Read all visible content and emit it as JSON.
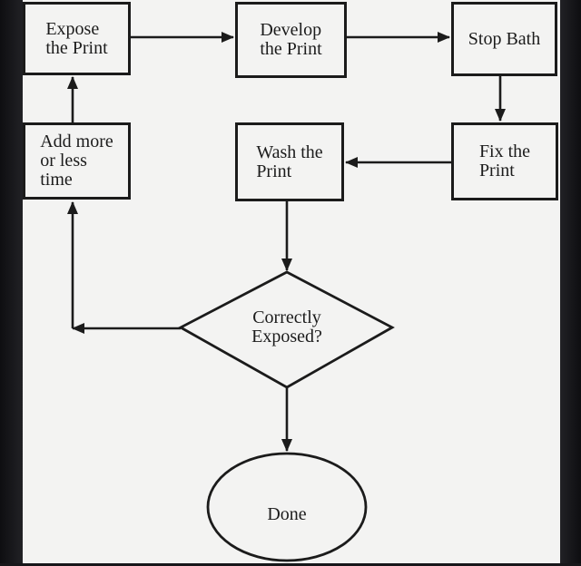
{
  "theme": {
    "background": "#f3f3f2",
    "frame_color": "#17171a",
    "stroke_color": "#1b1b1b",
    "text_color": "#1c1c1c"
  },
  "diagram": {
    "type": "flowchart",
    "subject": "photographic print processing loop",
    "nodes": {
      "expose": {
        "shape": "rect",
        "label": "Expose the Print",
        "lines": [
          "Expose",
          "the Print"
        ]
      },
      "develop": {
        "shape": "rect",
        "label": "Develop the Print",
        "lines": [
          "Develop",
          "the Print"
        ]
      },
      "stop_bath": {
        "shape": "rect",
        "label": "Stop Bath",
        "lines": [
          "Stop Bath"
        ]
      },
      "add_time": {
        "shape": "rect",
        "label": "Add more or less time",
        "lines": [
          "Add more",
          "or less",
          "time"
        ]
      },
      "wash": {
        "shape": "rect",
        "label": "Wash the Print",
        "lines": [
          "Wash the",
          "Print"
        ]
      },
      "fix": {
        "shape": "rect",
        "label": "Fix the Print",
        "lines": [
          "Fix the",
          "Print"
        ]
      },
      "decision": {
        "shape": "diamond",
        "label": "Correctly Exposed?",
        "lines": [
          "Correctly",
          "Exposed?"
        ]
      },
      "done": {
        "shape": "ellipse",
        "label": "Done",
        "lines": [
          "Done"
        ]
      }
    },
    "edges": [
      {
        "from": "expose",
        "to": "develop"
      },
      {
        "from": "develop",
        "to": "stop_bath"
      },
      {
        "from": "stop_bath",
        "to": "fix"
      },
      {
        "from": "fix",
        "to": "wash"
      },
      {
        "from": "wash",
        "to": "decision"
      },
      {
        "from": "decision",
        "to": "add_time"
      },
      {
        "from": "add_time",
        "to": "expose"
      },
      {
        "from": "decision",
        "to": "done"
      }
    ]
  }
}
